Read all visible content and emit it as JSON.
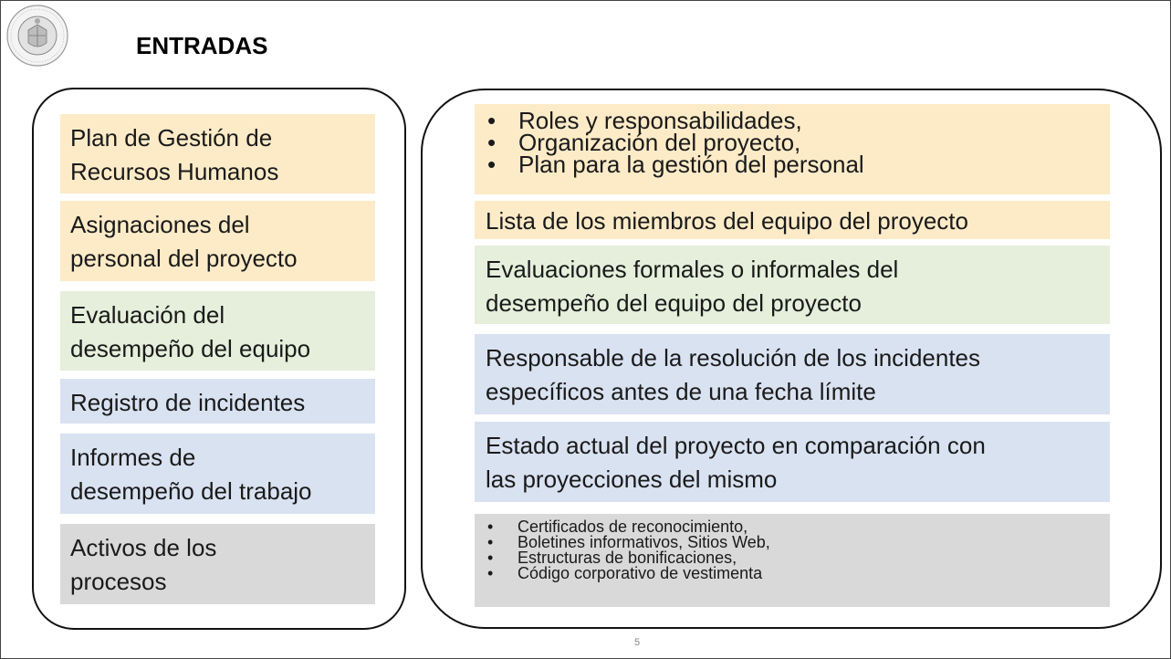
{
  "header": {
    "title": "ENTRADAS"
  },
  "logo": {
    "icon": "university-seal-icon",
    "ring_text": "UNIVERSITAS · STUDIORUM · PIURENSIS"
  },
  "left_panel": {
    "items": [
      {
        "lines": [
          "Plan de Gestión de",
          "Recursos Humanos"
        ],
        "color": "#fdebc8"
      },
      {
        "lines": [
          "Asignaciones del",
          "personal del proyecto"
        ],
        "color": "#fdebc8"
      },
      {
        "lines": [
          "Evaluación del",
          "desempeño del equipo"
        ],
        "color": "#e5efdb"
      },
      {
        "lines": [
          "Registro de incidentes"
        ],
        "color": "#d9e2f1"
      },
      {
        "lines": [
          "Informes de",
          "desempeño del trabajo"
        ],
        "color": "#d9e2f1"
      },
      {
        "lines": [
          "Activos de los",
          "procesos"
        ],
        "color": "#d9d9d9"
      }
    ]
  },
  "right_panel": {
    "plan_bullets": [
      "Roles y responsabilidades,",
      "Organización del proyecto,",
      "Plan para la gestión del personal"
    ],
    "assignments_text": "Lista de los miembros del equipo del proyecto",
    "evaluation_lines": [
      "Evaluaciones formales o informales del",
      "desempeño del equipo del proyecto"
    ],
    "issues_lines": [
      "Responsable de la resolución de los incidentes",
      "específicos antes de una fecha límite"
    ],
    "reports_lines": [
      "Estado actual del proyecto en comparación con",
      "las proyecciones del mismo"
    ],
    "assets_bullets": [
      "Certificados de reconocimiento,",
      "Boletines informativos, Sitios Web,",
      "Estructuras de bonificaciones,",
      "Código corporativo de vestimenta"
    ],
    "bullet_char": "•"
  },
  "footer": {
    "page_number": "5"
  }
}
